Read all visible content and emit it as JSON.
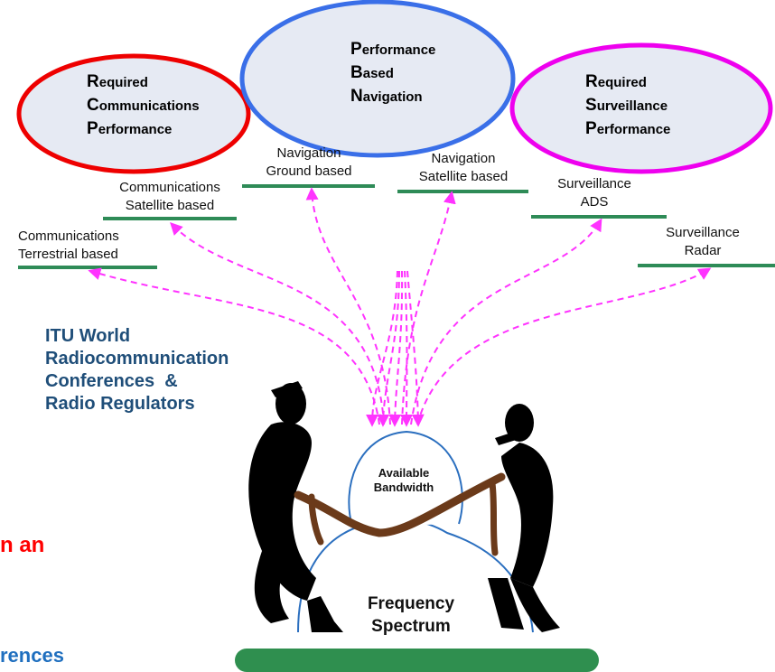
{
  "ellipses": {
    "rcp": {
      "lines": [
        {
          "cap": "R",
          "rest": "equired"
        },
        {
          "cap": "C",
          "rest": "ommunications"
        },
        {
          "cap": "P",
          "rest": "erformance"
        }
      ]
    },
    "pbn": {
      "lines": [
        {
          "cap": "P",
          "rest": "erformance"
        },
        {
          "cap": "B",
          "rest": "ased"
        },
        {
          "cap": "N",
          "rest": "avigation"
        }
      ]
    },
    "rsp": {
      "lines": [
        {
          "cap": "R",
          "rest": "equired"
        },
        {
          "cap": "S",
          "rest": "urveillance"
        },
        {
          "cap": "P",
          "rest": "erformance"
        }
      ]
    }
  },
  "technologies": {
    "comm_terrestrial": [
      "Communications",
      "Terrestrial based"
    ],
    "comm_satellite": [
      "Communications",
      "Satellite based"
    ],
    "nav_ground": [
      "Navigation",
      "Ground based"
    ],
    "nav_satellite": [
      "Navigation",
      "Satellite based"
    ],
    "surv_ads": [
      "Surveillance",
      "ADS"
    ],
    "surv_radar": [
      "Surveillance",
      "Radar"
    ]
  },
  "itu_text": [
    "ITU World",
    "Radiocommunication",
    "Conferences  &",
    "Radio Regulators"
  ],
  "bandwidth": [
    "Available",
    "Bandwidth"
  ],
  "spectrum": [
    "Frequency",
    "Spectrum"
  ],
  "partial_text": {
    "red": "n an",
    "blue": "rences"
  },
  "colors": {
    "rcp": "#ee0000",
    "pbn": "#3a6fe8",
    "rsp": "#ee00ee",
    "ellipse_fill": "#e6eaf3",
    "underline": "#2e8b57",
    "arrow": "#ff33ff",
    "itu": "#1f4e79",
    "rope": "#6b3a1a",
    "ground": "#2f8f4f"
  }
}
